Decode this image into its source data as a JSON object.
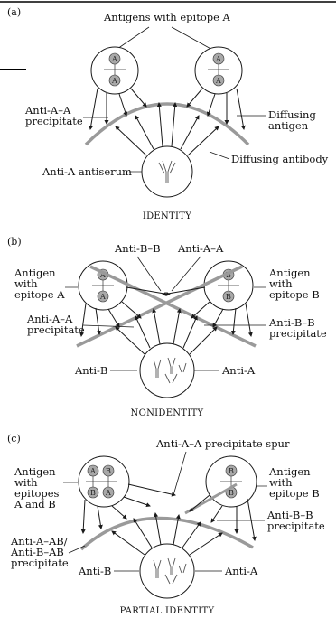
{
  "panel_a": {
    "letter": "(a)",
    "label_antigens": "Antigens with epitope A",
    "label_precipitate_l1": "Anti-A–A",
    "label_precipitate_l2": "precipitate",
    "label_diffusing_antigen_l1": "Diffusing",
    "label_diffusing_antigen_l2": "antigen",
    "label_antiserum": "Anti-A antiserum",
    "label_diffusing_antibody": "Diffusing antibody",
    "caption": "IDENTITY",
    "epitope_letter": "A"
  },
  "panel_b": {
    "letter": "(b)",
    "label_anti_bb_top": "Anti-B–B",
    "label_anti_aa_top": "Anti-A–A",
    "label_antigen_a_l1": "Antigen",
    "label_antigen_a_l2": "with",
    "label_antigen_a_l3": "epitope A",
    "label_antigen_b_l1": "Antigen",
    "label_antigen_b_l2": "with",
    "label_antigen_b_l3": "epitope B",
    "label_precip_a_l1": "Anti-A–A",
    "label_precip_a_l2": "precipitate",
    "label_precip_b_l1": "Anti-B–B",
    "label_precip_b_l2": "precipitate",
    "label_anti_b": "Anti-B",
    "label_anti_a": "Anti-A",
    "caption": "NONIDENTITY",
    "epitope_a": "A",
    "epitope_b": "B"
  },
  "panel_c": {
    "letter": "(c)",
    "label_spur": "Anti-A–A precipitate spur",
    "label_antigen_ab_l1": "Antigen",
    "label_antigen_ab_l2": "with",
    "label_antigen_ab_l3": "epitopes",
    "label_antigen_ab_l4": "A and B",
    "label_antigen_b_l1": "Antigen",
    "label_antigen_b_l2": "with",
    "label_antigen_b_l3": "epitope B",
    "label_precip_bb_l1": "Anti-B–B",
    "label_precip_bb_l2": "precipitate",
    "label_precip_ab_l1": "Anti-A–AB/",
    "label_precip_ab_l2": "Anti-B–AB",
    "label_precip_ab_l3": "precipitate",
    "label_anti_b": "Anti-B",
    "label_anti_a": "Anti-A",
    "caption": "PARTIAL IDENTITY",
    "epitope_a": "A",
    "epitope_b": "B"
  },
  "colors": {
    "precipitate": "#9a9a9a",
    "epitope_fill": "#a8a8a8",
    "line": "#1a1a1a"
  }
}
